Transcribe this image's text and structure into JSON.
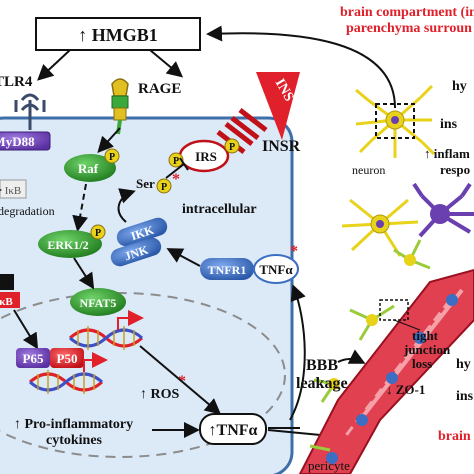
{
  "labels": {
    "hmgb1": "↑ HMGB1",
    "tlr4": "TLR4",
    "myd88": "MyD88",
    "rage": "RAGE",
    "ins": "INS",
    "insr": "INSR",
    "raf": "Raf",
    "p_letter": "P",
    "irs": "IRS",
    "ser": "Ser",
    "ikb": "IκB",
    "degradation": "degradation",
    "intracellular": "intracellular",
    "ikk": "IKK",
    "jnk": "JNK",
    "erk": "ERK1/2",
    "tnfr1": "TNFR1",
    "tnfa_receptor": "TNFα",
    "nfat5": "NFAT5",
    "kb_partial": "κB",
    "p65": "P65",
    "p50": "P50",
    "ros": "↑ ROS",
    "cytokines_line1": "↑ Pro-inflammatory",
    "cytokines_line2": "cytokines",
    "tnfa_box": "↑TNFα",
    "bbb_line1": "BBB",
    "bbb_line2": "leakage",
    "brain_line1": "brain compartment (in",
    "brain_line2": "parenchyma surroun",
    "hy1": "hy",
    "ins1": "ins",
    "inflam_line1": "↑ inflam",
    "inflam_line2": "respo",
    "neuron": "neuron",
    "tight_line1": "tight",
    "tight_line2": "junction",
    "tight_line3": "loss",
    "zo1": "↓ ZO-1",
    "hy2": "hy",
    "ins2": "ins",
    "pericyte": "pericyte",
    "brain_bottom": "brain"
  },
  "colors": {
    "cell_fill": "#dce9f7",
    "cell_stroke": "#3f6fa8",
    "green_oval": "#2f8f2a",
    "blue_node": "#3c6fc4",
    "purple": "#6a3fb0",
    "red_accent": "#e0202a",
    "yellow_p": "#e8d21a"
  }
}
